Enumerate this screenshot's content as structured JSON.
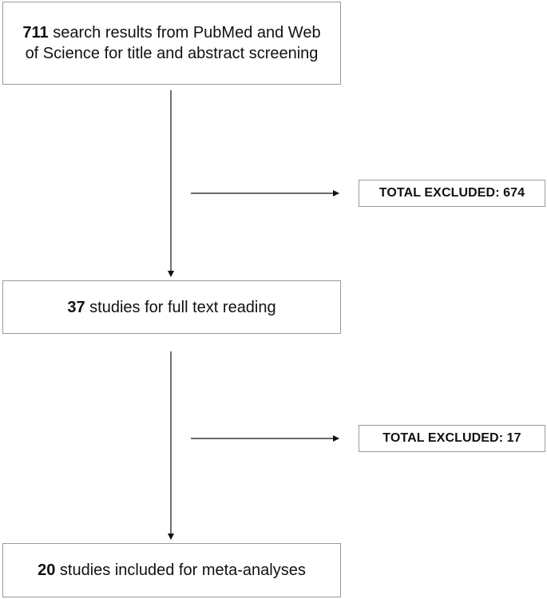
{
  "boxes": {
    "search": {
      "count": "711",
      "text": " search results from PubMed and Web of Science for title and abstract screening"
    },
    "fulltext": {
      "count": "37",
      "text": " studies for full text reading"
    },
    "included": {
      "count": "20",
      "text": " studies included for meta-analyses"
    }
  },
  "excluded": {
    "first": "TOTAL EXCLUDED: 674",
    "second": "TOTAL EXCLUDED: 17"
  },
  "colors": {
    "border": "#9a9a9a",
    "line": "#111111",
    "text": "#111111"
  }
}
